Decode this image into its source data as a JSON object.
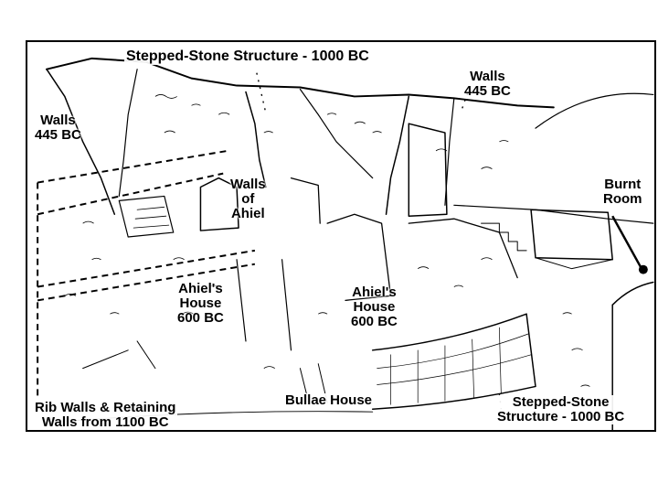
{
  "labels": {
    "stepped_stone_top": "Stepped-Stone Structure - 1000 BC",
    "walls_left": {
      "line1": "Walls",
      "line2": "445 BC"
    },
    "walls_right": {
      "line1": "Walls",
      "line2": "445 BC"
    },
    "walls_of_ahiel": {
      "line1": "Walls",
      "line2": "of",
      "line3": "Ahiel"
    },
    "burnt_room": {
      "line1": "Burnt",
      "line2": "Room"
    },
    "ahiels_house_left": {
      "line1": "Ahiel's",
      "line2": "House",
      "line3": "600 BC"
    },
    "ahiels_house_right": {
      "line1": "Ahiel's",
      "line2": "House",
      "line3": "600 BC"
    },
    "rib_walls": {
      "line1": "Rib Walls & Retaining",
      "line2": "Walls from 1100 BC"
    },
    "bullae_house": "Bullae House",
    "stepped_stone_bottom": {
      "line1": "Stepped-Stone",
      "line2": "Structure - 1000 BC"
    }
  },
  "colors": {
    "ink": "#000000",
    "paper": "#ffffff"
  }
}
